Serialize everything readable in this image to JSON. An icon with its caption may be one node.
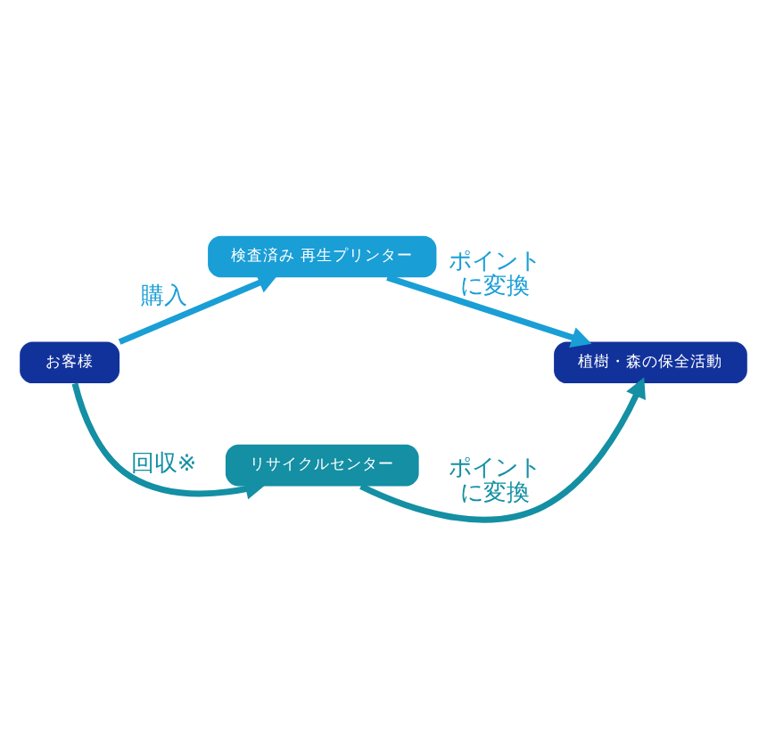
{
  "diagram": {
    "nodes": [
      {
        "text": [
          "検査済み 再生プリンター"
        ]
      },
      {
        "text": [
          "お客様"
        ]
      },
      {
        "text": [
          "植樹・森の保全活動"
        ]
      },
      {
        "text": [
          "リサイクルセンター"
        ]
      }
    ],
    "edges": [
      {
        "from": 1,
        "to": 0,
        "arrow": "to",
        "label": "購入",
        "color": "#1a9ed6"
      },
      {
        "from": 0,
        "to": 2,
        "arrow": "to",
        "label": "ポイントに変換",
        "color": "#1a9ed6"
      },
      {
        "from": 1,
        "to": 3,
        "arrow": "to",
        "label": "回収※",
        "color": "#148fa3"
      },
      {
        "from": 3,
        "to": 2,
        "arrow": "to",
        "label": "ポイントに変換",
        "color": "#148fa3"
      }
    ]
  }
}
